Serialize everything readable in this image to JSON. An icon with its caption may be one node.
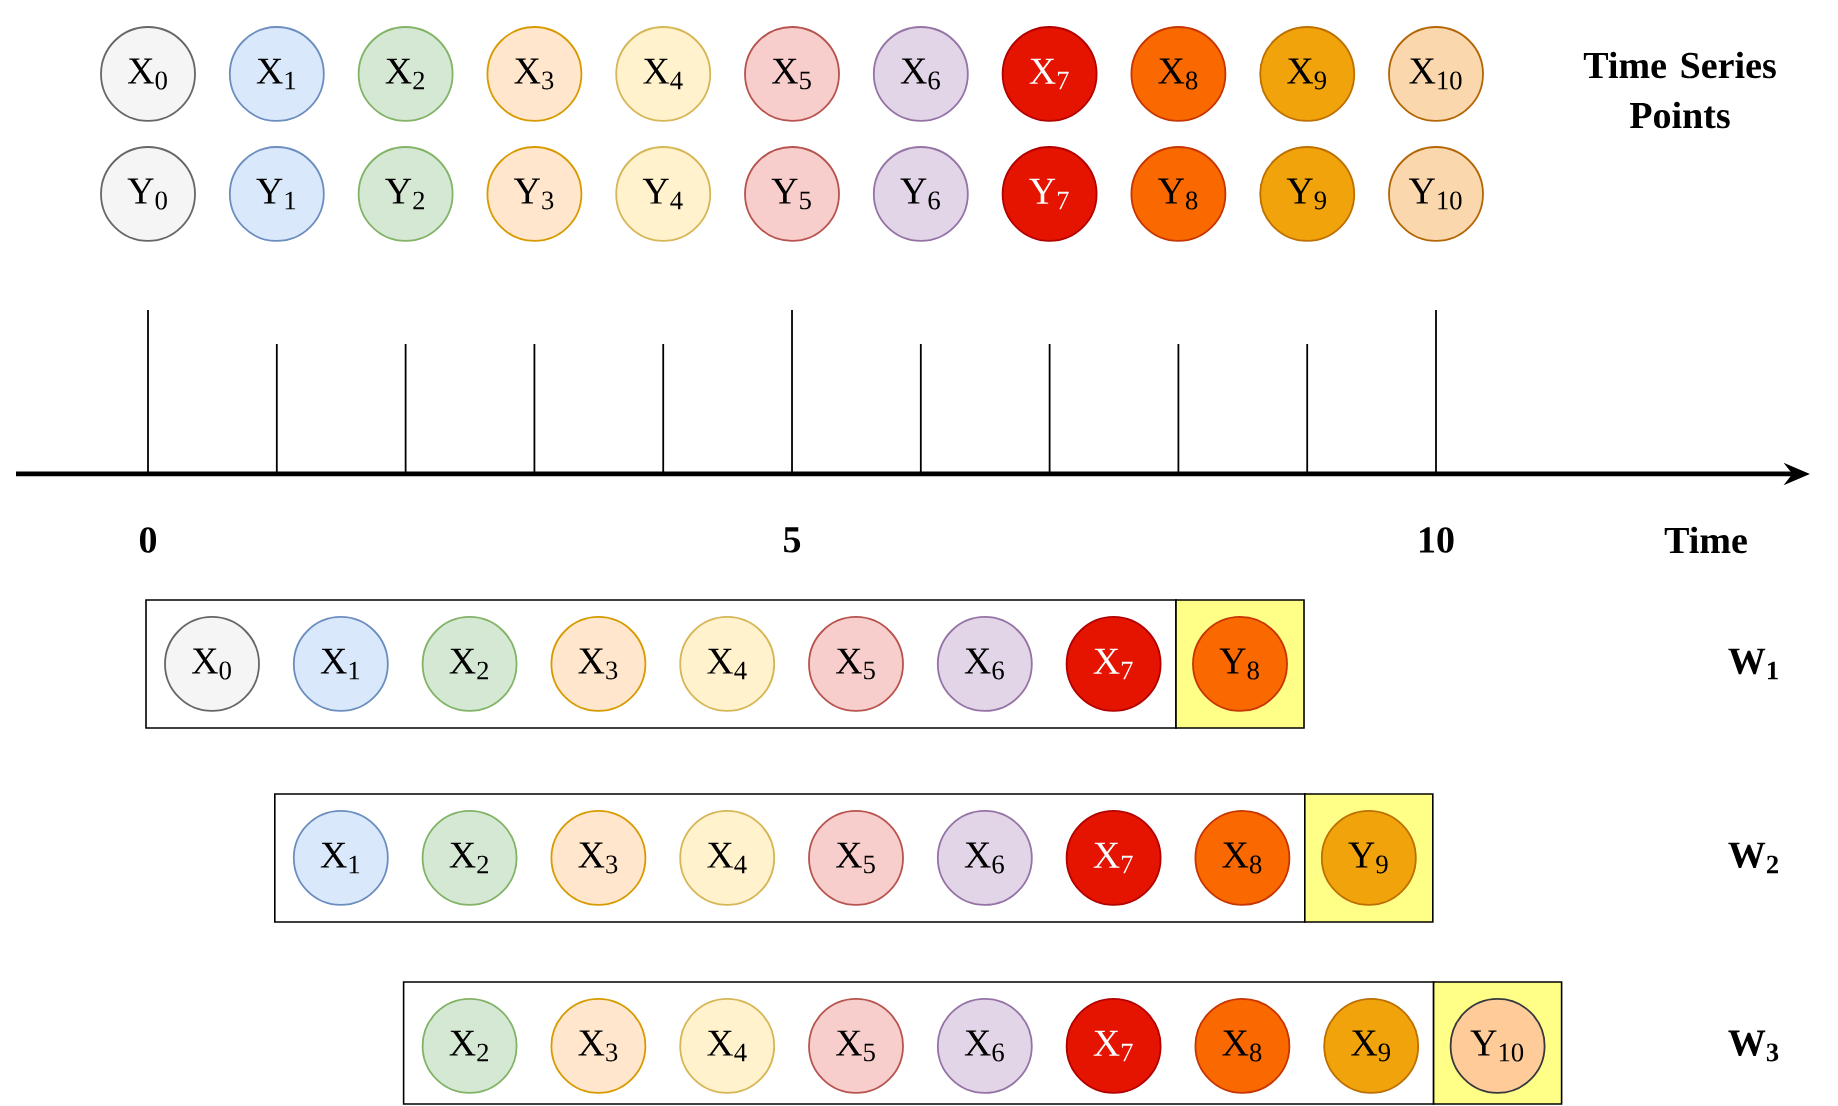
{
  "diagram": {
    "nodes": [
      {
        "text": [
          "X$_{0}$"
        ]
      },
      {
        "text": [
          "X$_{1}$"
        ]
      },
      {
        "text": [
          "X$_{2}$"
        ]
      },
      {
        "text": [
          "X$_{3}$"
        ]
      },
      {
        "text": [
          "X$_{4}$"
        ]
      },
      {
        "text": [
          "X$_{5}$"
        ]
      },
      {
        "text": [
          "X$_{6}$"
        ]
      },
      {
        "text": [
          "X$_{7}$"
        ]
      },
      {
        "text": [
          "X$_{8}$"
        ]
      },
      {
        "text": [
          "X$_{9}$"
        ]
      },
      {
        "text": [
          "X$_{10}$"
        ]
      },
      {
        "text": [
          "Y$_{0}$"
        ]
      },
      {
        "text": [
          "Y$_{1}$"
        ]
      },
      {
        "text": [
          "Y$_{2}$"
        ]
      },
      {
        "text": [
          "Y$_{3}$"
        ]
      },
      {
        "text": [
          "Y$_{4}$"
        ]
      },
      {
        "text": [
          "Y$_{5}$"
        ]
      },
      {
        "text": [
          "Y$_{6}$"
        ]
      },
      {
        "text": [
          "Y$_{7}$"
        ]
      },
      {
        "text": [
          "Y$_{8}$"
        ]
      },
      {
        "text": [
          "Y$_{9}$"
        ]
      },
      {
        "text": [
          "Y$_{10}$"
        ]
      },
      {
        "text": [],
        "shape": "box"
      },
      {
        "text": [
          "X$_{0}$"
        ],
        "in": 22
      },
      {
        "text": [
          "X$_{1}$"
        ],
        "in": 22
      },
      {
        "text": [
          "X$_{2}$"
        ],
        "in": 22
      },
      {
        "text": [
          "X$_{3}$"
        ],
        "in": 22
      },
      {
        "text": [
          "X$_{4}$"
        ],
        "in": 22
      },
      {
        "text": [
          "X$_{5}$"
        ],
        "in": 22
      },
      {
        "text": [
          "X$_{6}$"
        ],
        "in": 22
      },
      {
        "text": [
          "X$_{7}$"
        ],
        "in": 22
      },
      {
        "text": [],
        "shape": "box"
      },
      {
        "text": [
          "Y$_{8}$"
        ],
        "in": 31
      },
      {
        "text": [],
        "shape": "box"
      },
      {
        "text": [
          "X$_{1}$"
        ],
        "in": 33
      },
      {
        "text": [
          "X$_{2}$"
        ],
        "in": 33
      },
      {
        "text": [
          "X$_{3}$"
        ],
        "in": 33
      },
      {
        "text": [
          "X$_{4}$"
        ],
        "in": 33
      },
      {
        "text": [
          "X$_{5}$"
        ],
        "in": 33
      },
      {
        "text": [
          "X$_{6}$"
        ],
        "in": 33
      },
      {
        "text": [
          "X$_{7}$"
        ],
        "in": 33
      },
      {
        "text": [
          "X$_{8}$"
        ],
        "in": 33
      },
      {
        "text": [],
        "shape": "box"
      },
      {
        "text": [
          "Y$_{9}$"
        ],
        "in": 42
      },
      {
        "text": [],
        "shape": "box"
      },
      {
        "text": [
          "X$_{2}$"
        ],
        "in": 44
      },
      {
        "text": [
          "X$_{3}$"
        ],
        "in": 44
      },
      {
        "text": [
          "X$_{4}$"
        ],
        "in": 44
      },
      {
        "text": [
          "X$_{5}$"
        ],
        "in": 44
      },
      {
        "text": [
          "X$_{6}$"
        ],
        "in": 44
      },
      {
        "text": [
          "X$_{7}$"
        ],
        "in": 44
      },
      {
        "text": [
          "X$_{8}$"
        ],
        "in": 44
      },
      {
        "text": [
          "X$_{9}$"
        ],
        "in": 44
      },
      {
        "text": [],
        "shape": "box"
      },
      {
        "text": [
          "Y$_{10}$"
        ],
        "in": 53
      }
    ],
    "edges": [],
    "labels": [
      "Time Series Points",
      "0",
      "5",
      "10",
      "Time",
      "W$_{1}$",
      "W$_{2}$",
      "W$_{3}$"
    ]
  }
}
